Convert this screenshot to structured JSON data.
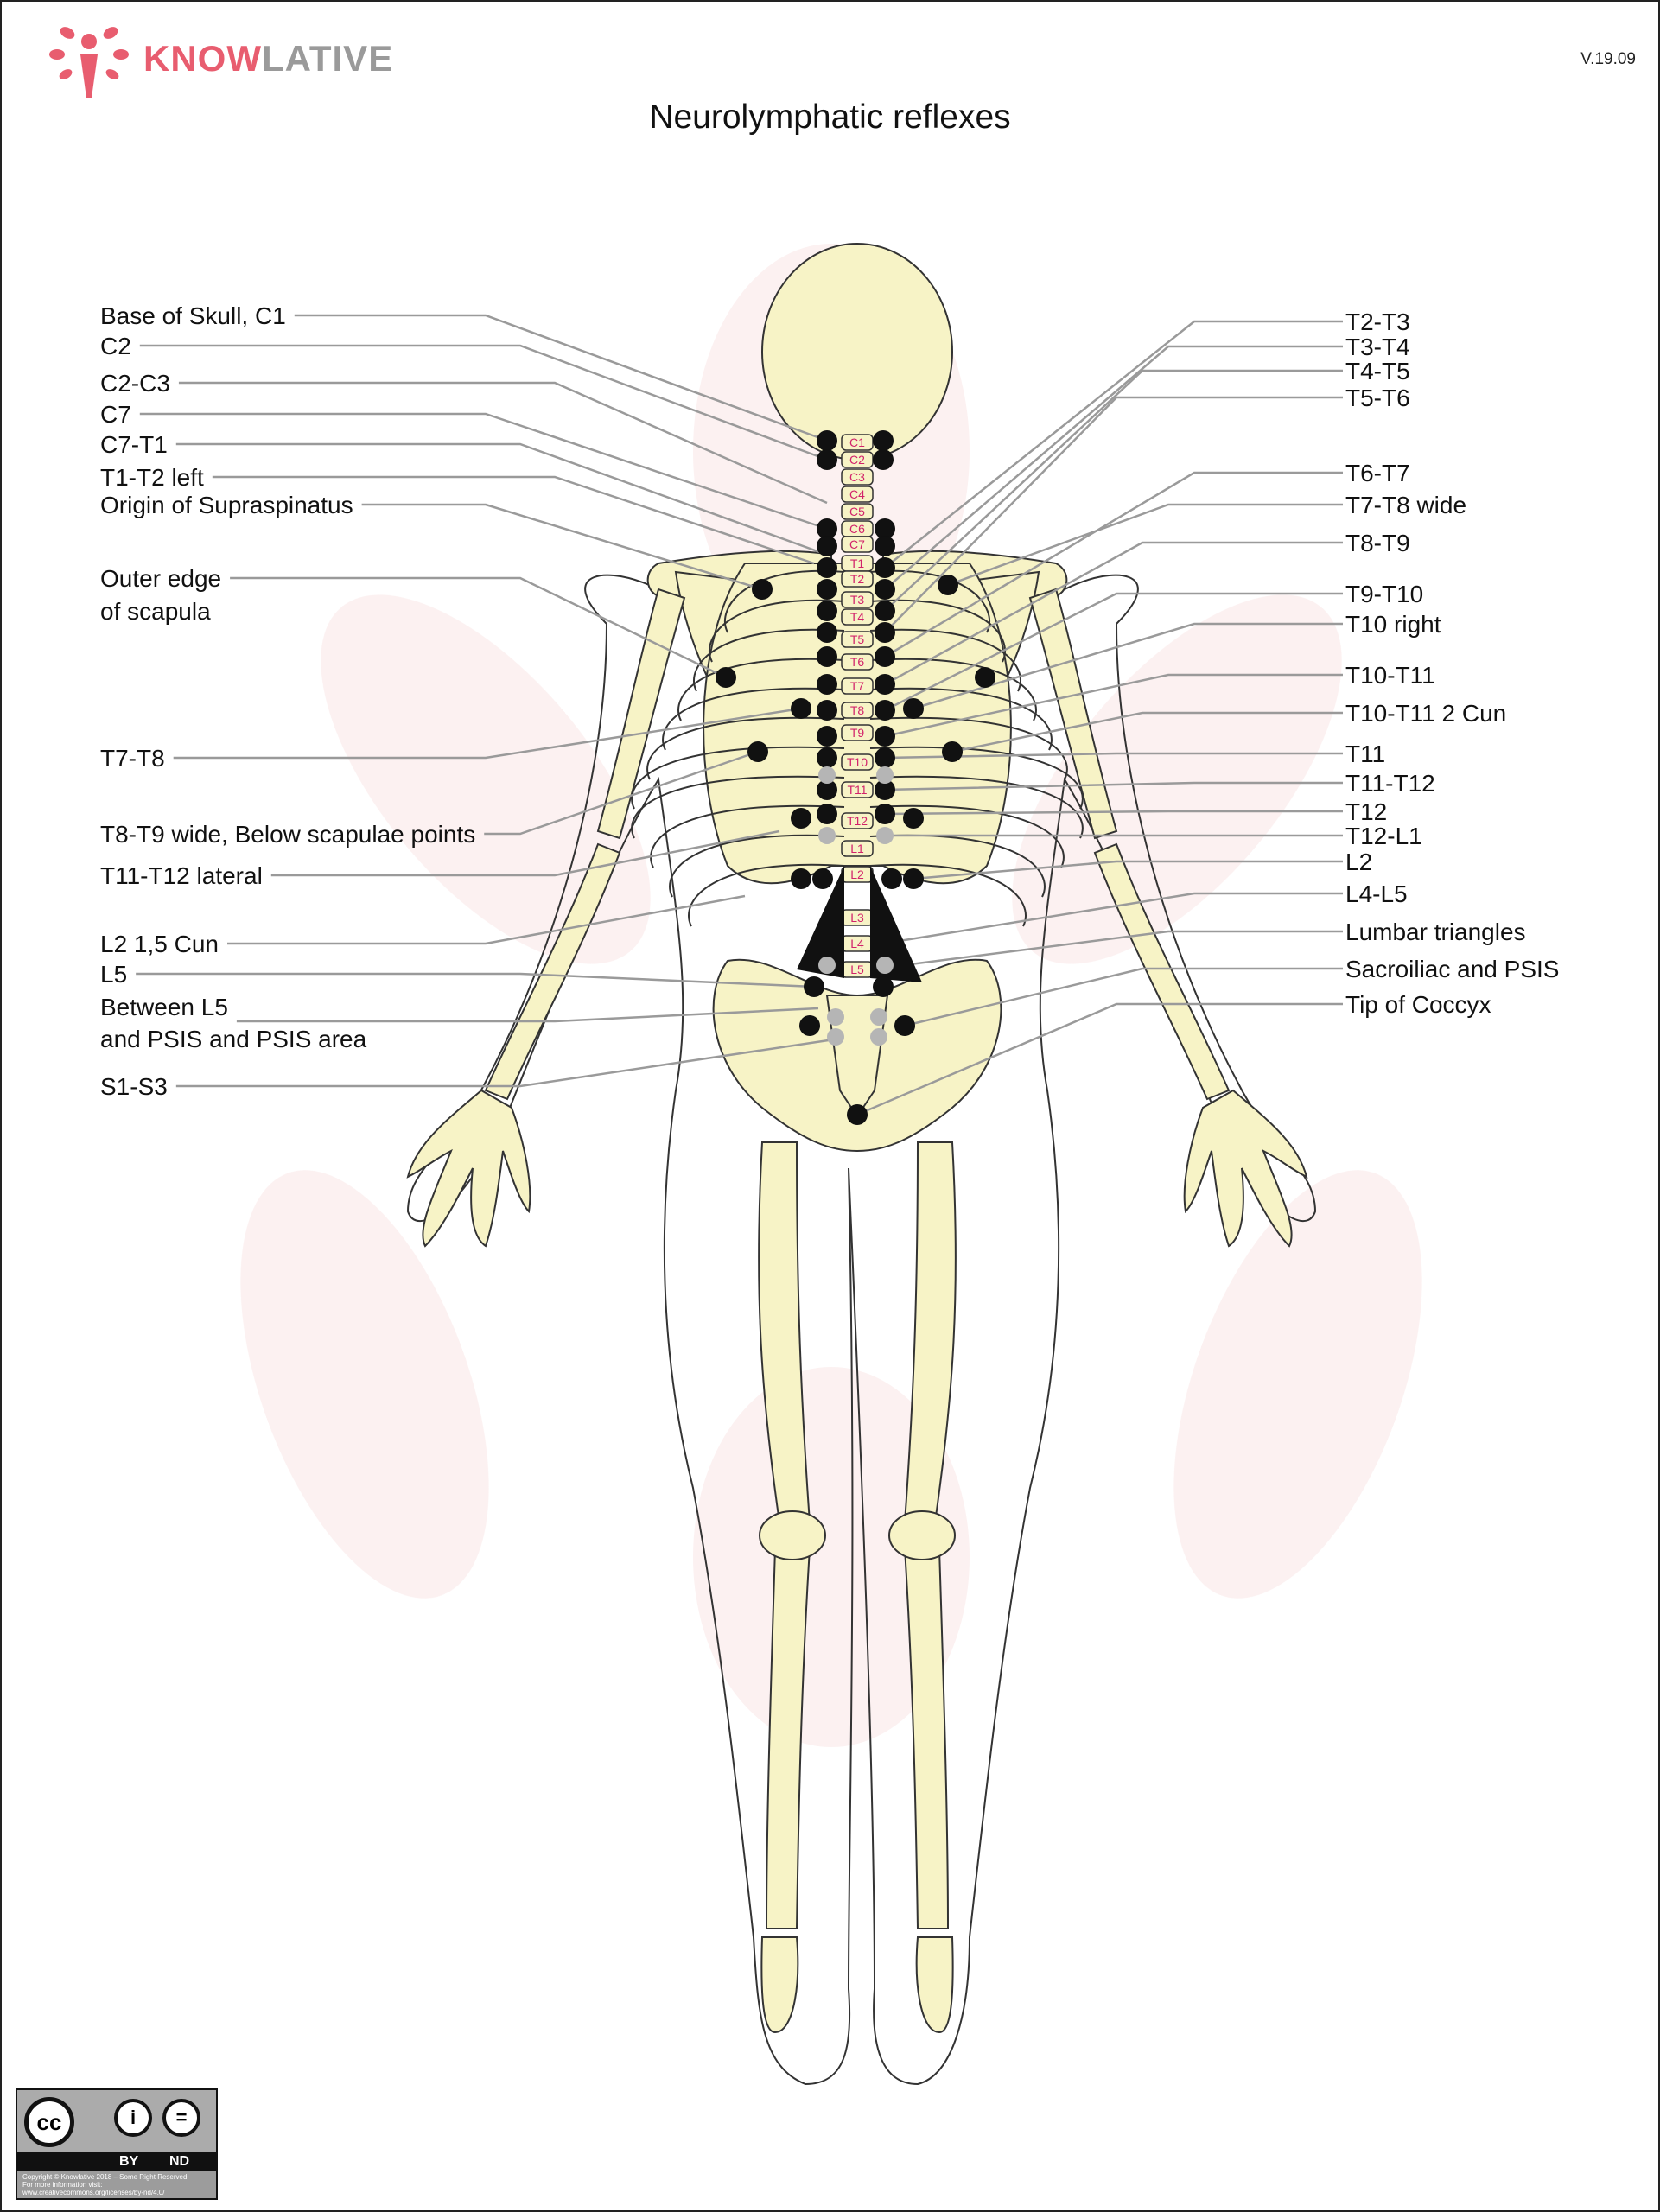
{
  "header": {
    "brand_part1": "KNOW",
    "brand_part2": "LATIVE",
    "version": "V.19.09",
    "title": "Neurolymphatic reflexes"
  },
  "colors": {
    "brand_pink": "#e85d6f",
    "brand_grey": "#9a9a9a",
    "bone_fill": "#f7f3c6",
    "bone_stroke": "#333333",
    "point_black": "#111111",
    "point_grey": "#b5b5b5",
    "leader_line": "#9a9a9a",
    "vertebra_label": "#d2236b"
  },
  "left_labels": [
    "Base of Skull, C1",
    "C2",
    "C2-C3",
    "C7",
    "C7-T1",
    "T1-T2 left",
    "Origin of Supraspinatus",
    "Outer edge",
    "of scapula",
    "T7-T8",
    "T8-T9 wide, Below scapulae points",
    "T11-T12 lateral",
    "L2 1,5 Cun",
    "L5",
    "Between L5",
    "and PSIS and PSIS area",
    "S1-S3"
  ],
  "right_labels": [
    "T2-T3",
    "T3-T4",
    "T4-T5",
    "T5-T6",
    "T6-T7",
    "T7-T8 wide",
    "T8-T9",
    "T9-T10",
    "T10 right",
    "T10-T11",
    "T10-T11 2 Cun",
    "T11",
    "T11-T12",
    "T12",
    "T12-L1",
    "L2",
    "L4-L5",
    "Lumbar triangles",
    "Sacroiliac and PSIS",
    "Tip of Coccyx"
  ],
  "vertebra_labels": [
    "C1",
    "C2",
    "C3",
    "C4",
    "C5",
    "C6",
    "C7",
    "T1",
    "T2",
    "T3",
    "T4",
    "T5",
    "T6",
    "T7",
    "T8",
    "T9",
    "T10",
    "T11",
    "T12",
    "L1",
    "L2",
    "L3",
    "L4",
    "L5"
  ],
  "license": {
    "by": "BY",
    "nd": "ND",
    "cc": "cc",
    "by_symbol": "i",
    "nd_symbol": "=",
    "line1": "Copyright © Knowlative 2018 – Some Right Reserved",
    "line2": "For more information visit:",
    "line3": "www.creativecommons.org/licenses/by-nd/4.0/"
  }
}
